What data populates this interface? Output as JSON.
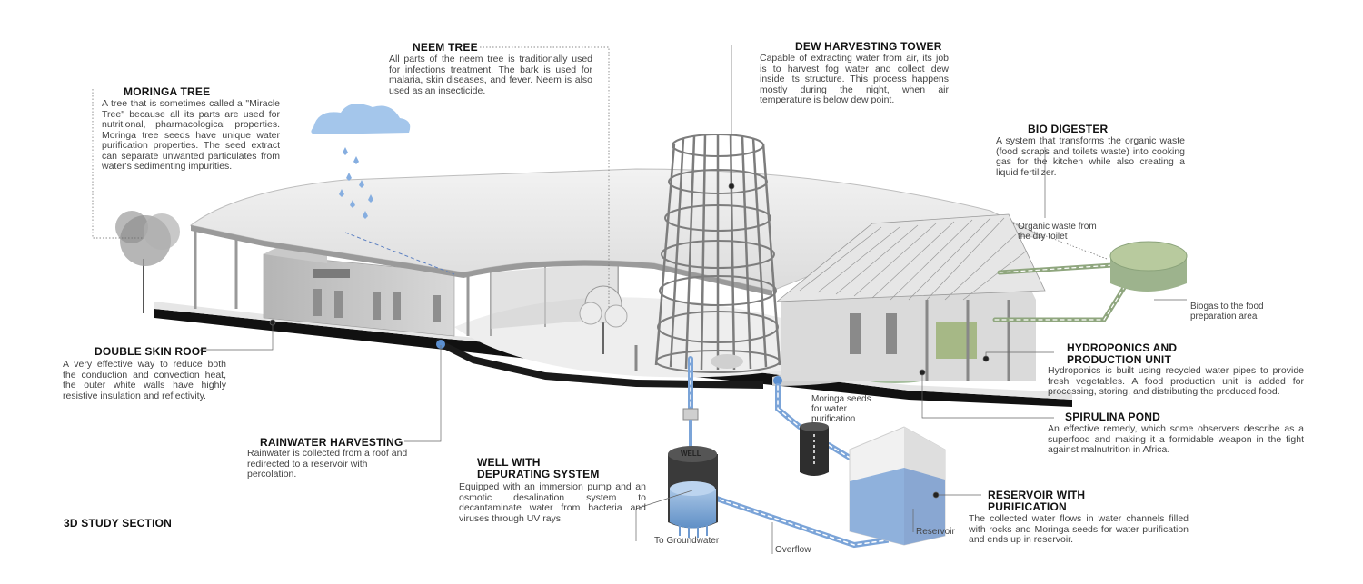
{
  "diagram": {
    "section_title": "3D STUDY SECTION",
    "annotations": {
      "moringa_tree": {
        "title": "MORINGA TREE",
        "body": "A tree that is sometimes called a \"Miracle Tree\" because all its parts are used for nutritional, pharmacological properties. Moringa tree seeds have unique water purification properties. The seed extract can separate unwanted particulates from water's sedimenting impurities."
      },
      "neem_tree": {
        "title": "NEEM TREE",
        "body": "All parts of the neem tree is traditionally used for infections treatment. The bark is used for malaria, skin diseases, and fever. Neem is also used as an insecticide."
      },
      "dew_tower": {
        "title": "DEW HARVESTING TOWER",
        "body": "Capable of extracting water from air, its job is to harvest fog water and collect dew inside its structure. This process happens mostly during the night, when air temperature is below dew point."
      },
      "bio_digester": {
        "title": "BIO DIGESTER",
        "body": "A system that transforms the organic waste (food scraps and toilets waste) into cooking gas for the kitchen while also creating a liquid fertilizer."
      },
      "double_skin_roof": {
        "title": "DOUBLE SKIN ROOF",
        "body": "A very effective way to reduce both the conduction and convection heat, the outer white walls have highly resistive insulation and reflectivity."
      },
      "rainwater": {
        "title": "RAINWATER HARVESTING",
        "body": "Rainwater is collected from a roof and redirected to a reservoir with percolation."
      },
      "well": {
        "title": "WELL WITH DEPURATING SYSTEM",
        "body": "Equipped with an immersion pump and an osmotic desalination system to decantaminate water from bacteria and viruses through UV rays."
      },
      "hydroponics": {
        "title": "HYDROPONICS AND PRODUCTION UNIT",
        "body": "Hydroponics is built using recycled water pipes to provide fresh vegetables. A food production unit is added for processing, storing, and distributing the produced food."
      },
      "spirulina": {
        "title": "SPIRULINA POND",
        "body": "An effective remedy, which some observers describe as a superfood and making it a formidable weapon in the fight against malnutrition in Africa."
      },
      "reservoir": {
        "title": "RESERVOIR WITH PURIFICATION",
        "body": "The collected water flows in water channels filled with rocks and Moringa seeds for water purification and ends up in reservoir."
      }
    },
    "labels": {
      "organic_waste": "Organic waste from the dry toilet",
      "biogas": "Biogas to the food preparation area",
      "moringa_seeds": "Moringa seeds for water purification",
      "well_tag": "WELL",
      "to_groundwater": "To Groundwater",
      "overflow": "Overflow",
      "reservoir": "Reservoir"
    }
  }
}
